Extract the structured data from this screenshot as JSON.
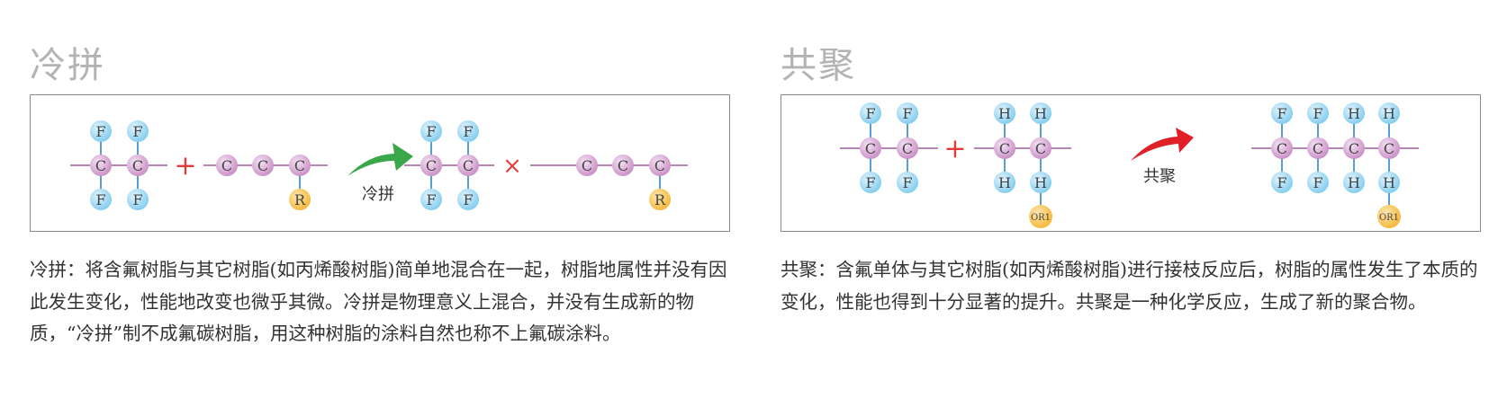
{
  "left": {
    "title": "冷拼",
    "atoms": {
      "carbon": "C",
      "fluorine": "F",
      "group": "R"
    },
    "plus": "+",
    "arrow_label": "冷拼",
    "cross": "×",
    "description": "冷拼：将含氟树脂与其它树脂(如丙烯酸树脂)简单地混合在一起，树脂地属性并没有因此发生变化，性能地改变也微乎其微。冷拼是物理意义上混合，并没有生成新的物质，“冷拼”制不成氟碳树脂，用这种树脂的涂料自然也称不上氟碳涂料。"
  },
  "right": {
    "title": "共聚",
    "atoms": {
      "carbon": "C",
      "fluorine": "F",
      "hydrogen": "H",
      "group": "OR1"
    },
    "plus": "+",
    "arrow_label": "共聚",
    "description": "共聚：含氟单体与其它树脂(如丙烯酸树脂)进行接枝反应后，树脂的属性发生了本质的变化，性能也得到十分显著的提升。共聚是一种化学反应，生成了新的聚合物。"
  },
  "colors": {
    "carbon": "#c88cc4",
    "fluorine": "#7ecbef",
    "group": "#f5b531",
    "bond_chain": "#b786b7",
    "bond_vertical": "#5b9ed1",
    "plus_cross": "#e53935",
    "arrow_green": "#3aa84a",
    "arrow_red": "#e01f26"
  }
}
